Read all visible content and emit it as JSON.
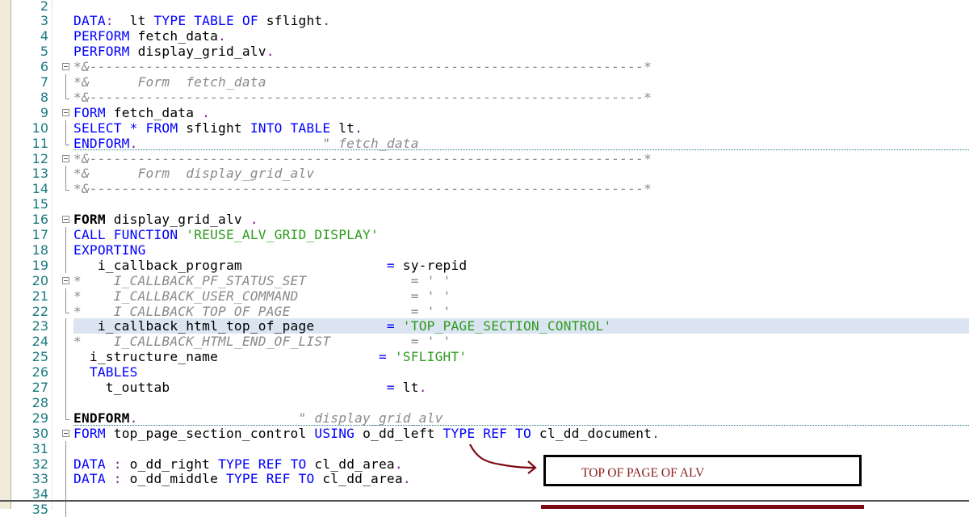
{
  "editor": {
    "language": "ABAP",
    "highlighted_line": 23,
    "lines": [
      {
        "n": "2",
        "parts": []
      },
      {
        "n": "3",
        "parts": [
          [
            "kw",
            "DATA"
          ],
          [
            "pt",
            ":"
          ],
          [
            "",
            "  lt "
          ],
          [
            "kw",
            "TYPE TABLE OF"
          ],
          [
            "",
            " sflight"
          ],
          [
            "pt",
            "."
          ]
        ]
      },
      {
        "n": "4",
        "parts": [
          [
            "kw",
            "PERFORM"
          ],
          [
            "",
            " fetch_data"
          ],
          [
            "pt",
            "."
          ]
        ]
      },
      {
        "n": "5",
        "parts": [
          [
            "kw",
            "PERFORM"
          ],
          [
            "",
            " display_grid_alv"
          ],
          [
            "pt",
            "."
          ]
        ]
      },
      {
        "n": "6",
        "parts": [
          [
            "cm",
            "*&---------------------------------------------------------------------*"
          ]
        ]
      },
      {
        "n": "7",
        "parts": [
          [
            "cm",
            "*&      Form  fetch_data"
          ]
        ]
      },
      {
        "n": "8",
        "parts": [
          [
            "cm",
            "*&---------------------------------------------------------------------*"
          ]
        ]
      },
      {
        "n": "9",
        "parts": [
          [
            "kw",
            "FORM"
          ],
          [
            "",
            " fetch_data "
          ],
          [
            "pt",
            "."
          ]
        ]
      },
      {
        "n": "10",
        "parts": [
          [
            "kw",
            "SELECT * FROM"
          ],
          [
            "",
            " sflight "
          ],
          [
            "kw",
            "INTO TABLE"
          ],
          [
            "",
            " lt"
          ],
          [
            "pt",
            "."
          ]
        ]
      },
      {
        "n": "11",
        "parts": [
          [
            "kw",
            "ENDFORM"
          ],
          [
            "pt",
            "."
          ],
          [
            "cm",
            "                       \" fetch_data"
          ]
        ]
      },
      {
        "n": "12",
        "parts": [
          [
            "cm",
            "*&---------------------------------------------------------------------*"
          ]
        ]
      },
      {
        "n": "13",
        "parts": [
          [
            "cm",
            "*&      Form  display_grid_alv"
          ]
        ]
      },
      {
        "n": "14",
        "parts": [
          [
            "cm",
            "*&---------------------------------------------------------------------*"
          ]
        ]
      },
      {
        "n": "15",
        "parts": []
      },
      {
        "n": "16",
        "parts": [
          [
            "kw bold-black",
            "FORM"
          ],
          [
            "",
            " display_grid_alv "
          ],
          [
            "pt",
            "."
          ]
        ]
      },
      {
        "n": "17",
        "parts": [
          [
            "kw",
            "CALL FUNCTION"
          ],
          [
            "",
            " "
          ],
          [
            "str",
            "'REUSE_ALV_GRID_DISPLAY'"
          ]
        ]
      },
      {
        "n": "18",
        "parts": [
          [
            "kw",
            "EXPORTING"
          ]
        ]
      },
      {
        "n": "19",
        "parts": [
          [
            "",
            "   i_callback_program                  "
          ],
          [
            "kw",
            "="
          ],
          [
            "",
            " sy-repid"
          ]
        ]
      },
      {
        "n": "20",
        "parts": [
          [
            "cm",
            "*    I_CALLBACK_PF_STATUS_SET             = ' '"
          ]
        ]
      },
      {
        "n": "21",
        "parts": [
          [
            "cm",
            "*    I_CALLBACK_USER_COMMAND              = ' '"
          ]
        ]
      },
      {
        "n": "22",
        "parts": [
          [
            "cm",
            "*    I_CALLBACK_TOP_OF_PAGE               = ' '"
          ]
        ]
      },
      {
        "n": "23",
        "parts": [
          [
            "",
            "   i_callback_html_top_of_page         "
          ],
          [
            "kw",
            "="
          ],
          [
            "",
            " "
          ],
          [
            "str",
            "'TOP_PAGE_SECTION_CONTROL'"
          ]
        ]
      },
      {
        "n": "24",
        "parts": [
          [
            "cm",
            "*    I_CALLBACK_HTML_END_OF_LIST          = ' '"
          ]
        ]
      },
      {
        "n": "25",
        "parts": [
          [
            "",
            "  i_structure_name                    "
          ],
          [
            "kw",
            "="
          ],
          [
            "",
            " "
          ],
          [
            "str",
            "'SFLIGHT'"
          ]
        ]
      },
      {
        "n": "26",
        "parts": [
          [
            "kw",
            "  TABLES"
          ]
        ]
      },
      {
        "n": "27",
        "parts": [
          [
            "",
            "    t_outtab                           "
          ],
          [
            "kw",
            "="
          ],
          [
            "",
            " lt"
          ],
          [
            "pt",
            "."
          ]
        ]
      },
      {
        "n": "28",
        "parts": []
      },
      {
        "n": "29",
        "parts": [
          [
            "bold",
            "ENDFORM"
          ],
          [
            "pt",
            "."
          ],
          [
            "cm",
            "                    \" display_grid_alv"
          ]
        ]
      },
      {
        "n": "30",
        "parts": [
          [
            "kw",
            "FORM"
          ],
          [
            "",
            " top_page_section_control "
          ],
          [
            "kw",
            "USING"
          ],
          [
            "",
            " o_dd_left "
          ],
          [
            "kw",
            "TYPE REF TO"
          ],
          [
            "",
            " cl_dd_document"
          ],
          [
            "pt",
            "."
          ]
        ]
      },
      {
        "n": "31",
        "parts": []
      },
      {
        "n": "32",
        "parts": [
          [
            "kw",
            "DATA"
          ],
          [
            "",
            " "
          ],
          [
            "pt",
            ":"
          ],
          [
            "",
            " o_dd_right "
          ],
          [
            "kw",
            "TYPE REF TO"
          ],
          [
            "",
            " cl_dd_area"
          ],
          [
            "pt",
            "."
          ]
        ]
      },
      {
        "n": "33",
        "parts": [
          [
            "kw",
            "DATA"
          ],
          [
            "",
            " "
          ],
          [
            "pt",
            ":"
          ],
          [
            "",
            " o_dd_middle "
          ],
          [
            "kw",
            "TYPE REF TO"
          ],
          [
            "",
            " cl_dd_area"
          ],
          [
            "pt",
            "."
          ]
        ]
      },
      {
        "n": "34",
        "parts": []
      },
      {
        "n": "35",
        "parts": []
      }
    ]
  },
  "annotation": {
    "box_label": "TOP OF PAGE OF ALV",
    "arrow_color": "#7d0a12",
    "text_color": "#8b1a1a"
  },
  "colors": {
    "keyword": "#0000ff",
    "string": "#2e9a1e",
    "comment": "#8a8a8a",
    "line_number": "#1b7a80",
    "highlight": "#dbe5f1"
  }
}
